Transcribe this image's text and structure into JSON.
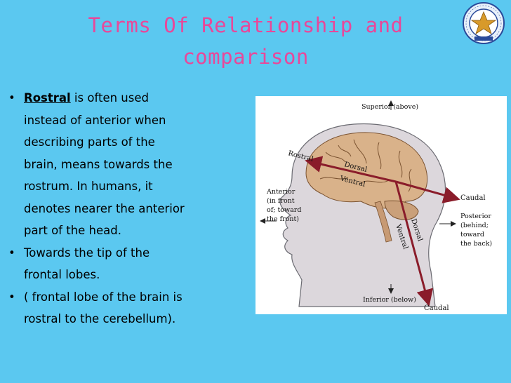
{
  "slide": {
    "title_line1": "Terms Of Relationship and",
    "title_line2": "comparison",
    "bullets": [
      {
        "keyword": "Rostral",
        "lines": [
          " is often used",
          "instead of anterior when",
          "describing parts of the",
          "brain, means towards the",
          "rostrum. In humans, it",
          "denotes nearer the anterior",
          "part of the head."
        ]
      },
      {
        "lines": [
          "Towards the tip of the",
          "frontal lobes."
        ]
      },
      {
        "lines": [
          "( frontal lobe of the brain is",
          "rostral to the cerebellum)."
        ]
      }
    ],
    "bullet_glyph": "•"
  },
  "figure": {
    "labels": {
      "superior": "Superior (above)",
      "inferior": "Inferior (below)",
      "anterior": [
        "Anterior",
        "(in front",
        "of; toward",
        "the front)"
      ],
      "posterior": [
        "Posterior",
        "(behind;",
        "toward",
        "the back)"
      ],
      "rostral": "Rostral",
      "caudal_right": "Caudal",
      "caudal_bottom": "Caudal",
      "dorsal_1": "Dorsal",
      "ventral_1": "Ventral",
      "dorsal_2": "Dorsal",
      "ventral_2": "Ventral"
    },
    "axis_color": "#8a1c2a",
    "skin_color": "#d9d4d8",
    "brain_color": "#d9b28a"
  },
  "logo": {
    "icon": "university-seal-icon"
  }
}
